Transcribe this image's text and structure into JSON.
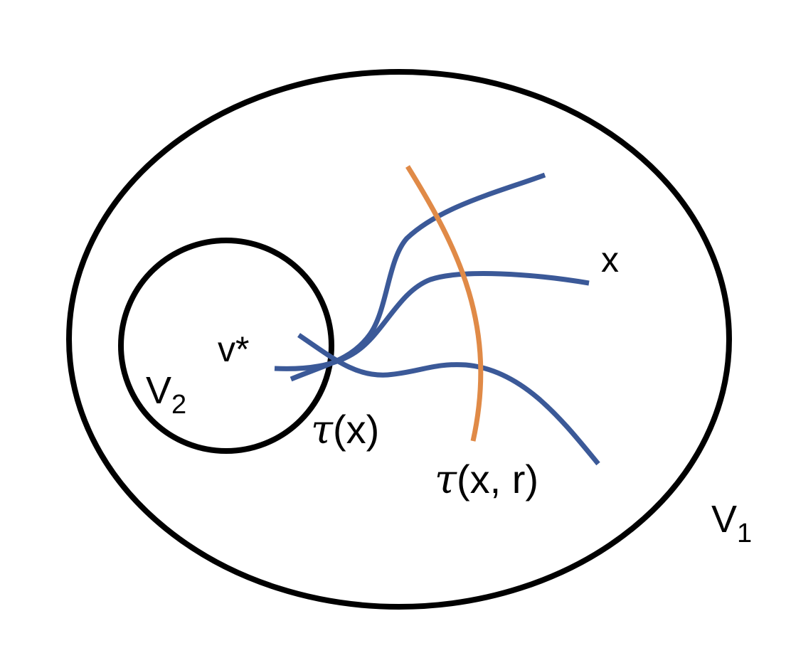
{
  "labels": {
    "v_star": "v*",
    "x": "x",
    "V2_main": "V",
    "V2_sub": "2",
    "V1_main": "V",
    "V1_sub": "1",
    "tau_x_symbol": "τ",
    "tau_x_args": "(x)",
    "tau_xr_symbol": "τ",
    "tau_xr_args": "(x, r)"
  },
  "colors": {
    "outline": "#000000",
    "paths": "#3b5998",
    "cut": "#e08a47"
  }
}
